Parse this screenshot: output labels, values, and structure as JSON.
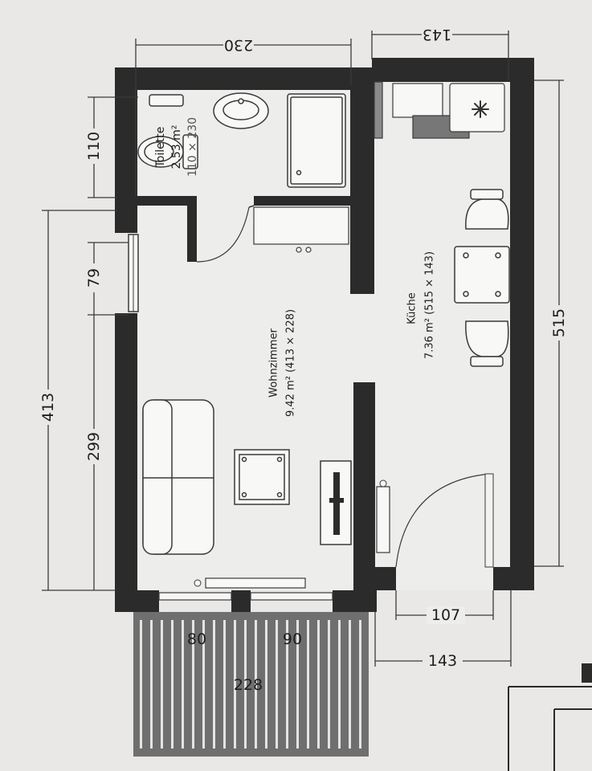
{
  "rooms": {
    "toilet": {
      "name": "Toilette",
      "area": "2.53 m²",
      "size": "110 × 230"
    },
    "living": {
      "name": "Wohnzimmer",
      "area": "9.42 m² (413 × 228)"
    },
    "kitchen": {
      "name": "Küche",
      "area": "7.36 m² (515 × 143)"
    }
  },
  "dimensions": {
    "top_left": "230",
    "top_right": "143",
    "left_110": "110",
    "left_79": "79",
    "left_299": "299",
    "left_413": "413",
    "right_515": "515",
    "bottom_107": "107",
    "bottom_143": "143",
    "window_80": "80",
    "window_90": "90",
    "balcony_228": "228"
  },
  "colors": {
    "wall": "#2b2b2b",
    "floor": "#ededeb",
    "balcony": "#6f6f6f",
    "line": "#3a3a3a"
  },
  "icons": {
    "freezer": "snowflake-icon"
  }
}
